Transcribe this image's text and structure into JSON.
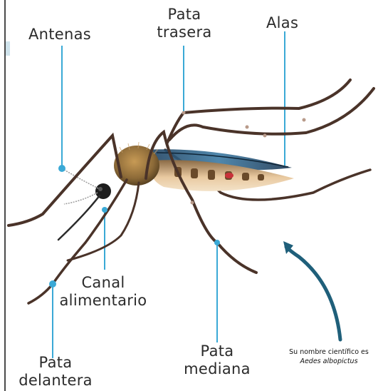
{
  "labels": {
    "antenas": "Antenas",
    "pata_trasera_1": "Pata",
    "pata_trasera_2": "trasera",
    "alas": "Alas",
    "canal_1": "Canal",
    "canal_2": "alimentario",
    "pata_delantera_1": "Pata",
    "pata_delantera_2": "delantera",
    "pata_mediana_1": "Pata",
    "pata_mediana_2": "mediana"
  },
  "scientific_name": {
    "prefix": "Su nombre científico es",
    "species": "Aedes albopictus"
  },
  "colors": {
    "leader_line": "#3aa9d6",
    "arrow": "#1f5f7a",
    "leg": "#4a3329",
    "body_brown": "#7a5a2e",
    "wing": "#2d5b7a"
  }
}
